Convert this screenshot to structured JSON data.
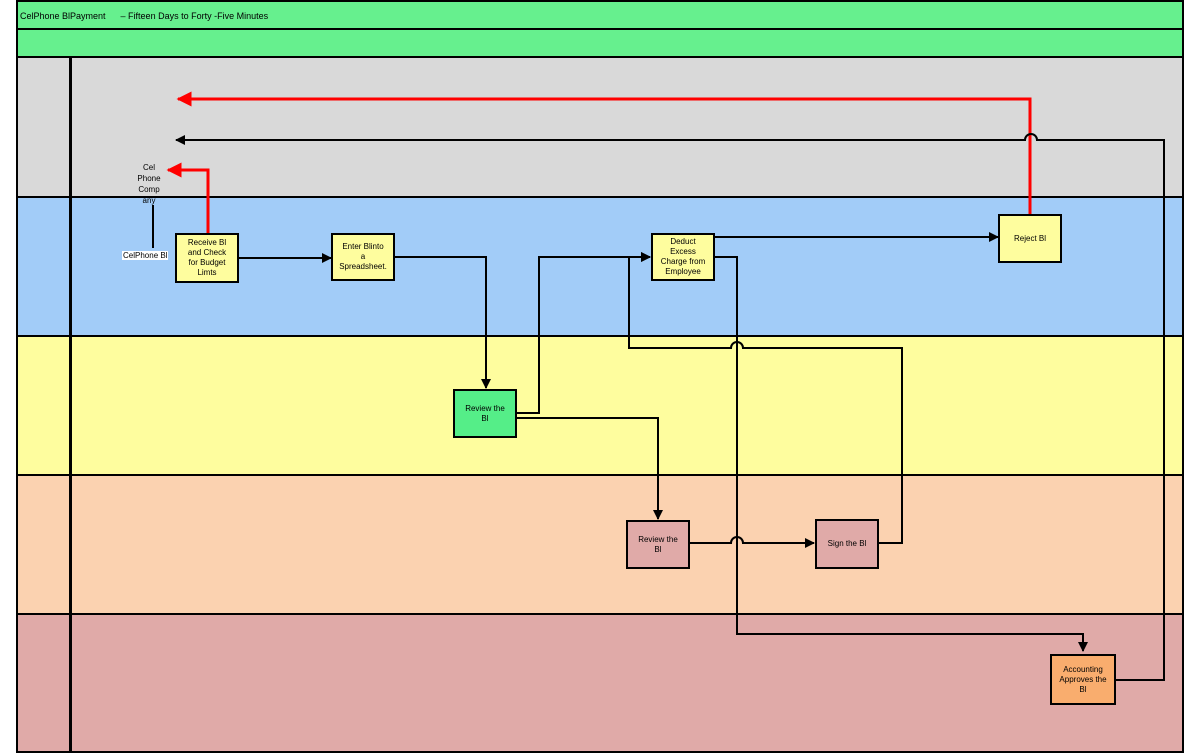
{
  "header": {
    "title": "CelPhone BlPayment      – Fifteen Days to Forty -Five Minutes"
  },
  "lanes": [
    {
      "color": "#d9d9d9"
    },
    {
      "color": "#a2ccf8"
    },
    {
      "color": "#fefd9e"
    },
    {
      "color": "#fbd2b0"
    },
    {
      "color": "#e0aaa8"
    }
  ],
  "actor": {
    "label": "Cel\nPhone\nComp\nany"
  },
  "document": {
    "label": "CelPhone Bl"
  },
  "steps": {
    "receive_bill": "Receive Bl\nand Check\nfor Budget\nLimts",
    "enter_bill": "Enter Blinto\na\nSpreadsheet.",
    "deduct_charge": "Deduct\nExcess\nCharge from\nEmployee",
    "reject_bill": "Reject Bl",
    "review_bill_1": "Review the\nBl",
    "review_bill_2": "Review the\nBl",
    "sign_bill": "Sign the Bl",
    "accounting_approves": "Accounting\nApproves the\nBl"
  },
  "colors": {
    "rejection_flow": "#ff0000",
    "normal_flow": "#000000",
    "header": "#66f08e"
  }
}
